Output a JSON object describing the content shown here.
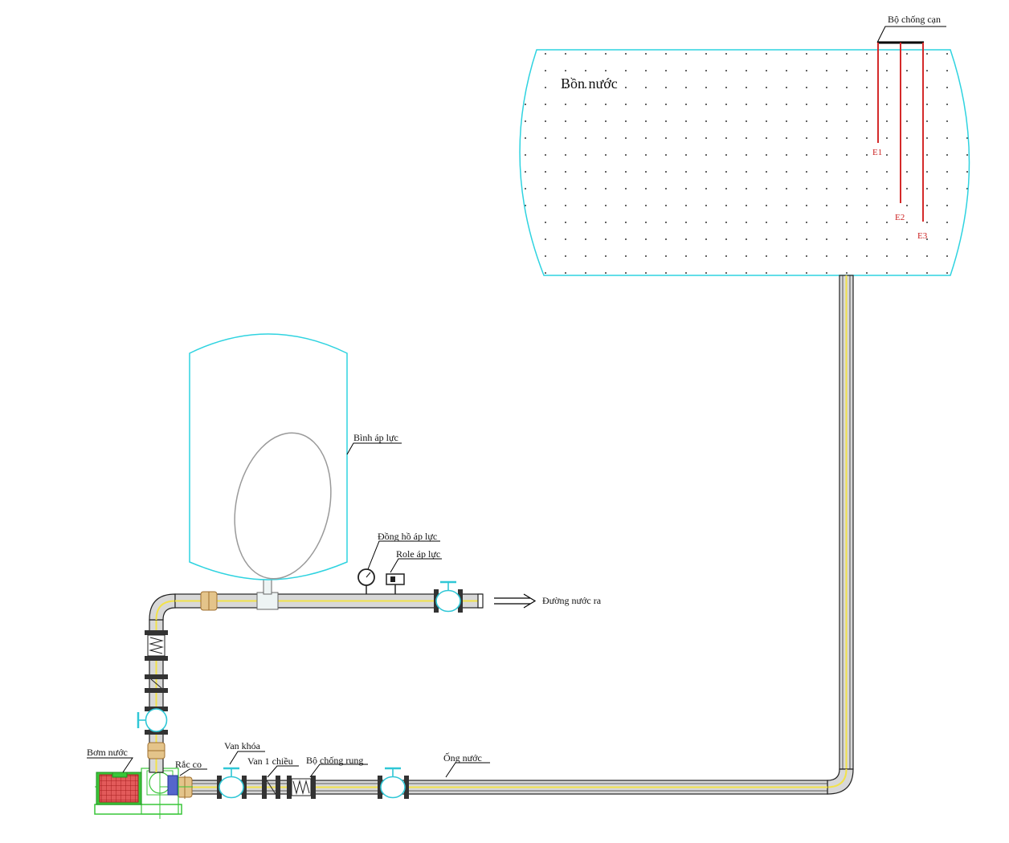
{
  "labels": {
    "tank": "Bồn nước",
    "dry_run_guard": "Bộ chống cạn",
    "electrodes": [
      "E1",
      "E2",
      "E3"
    ],
    "pressure_tank": "Bình áp lực",
    "pressure_gauge": "Đồng hồ áp lực",
    "pressure_relay": "Role áp lực",
    "outlet": "Đường nước ra",
    "pump": "Bơm nước",
    "union": "Rắc co",
    "gate_valve": "Van khóa",
    "check_valve": "Van 1 chiều",
    "anti_vibration": "Bộ chống rung",
    "pipe": "Ống nước"
  },
  "colors": {
    "tank_outline": "#2fd3e0",
    "pipe_outline": "#222222",
    "pipe_center": "#f2e24a",
    "valve": "#2fc7d6",
    "probe": "#d42a2a",
    "pump_motor": "#d94848",
    "pump_frame": "#39c639",
    "fitting": "#c8a060",
    "vessel_bladder": "#9a9a9a"
  }
}
